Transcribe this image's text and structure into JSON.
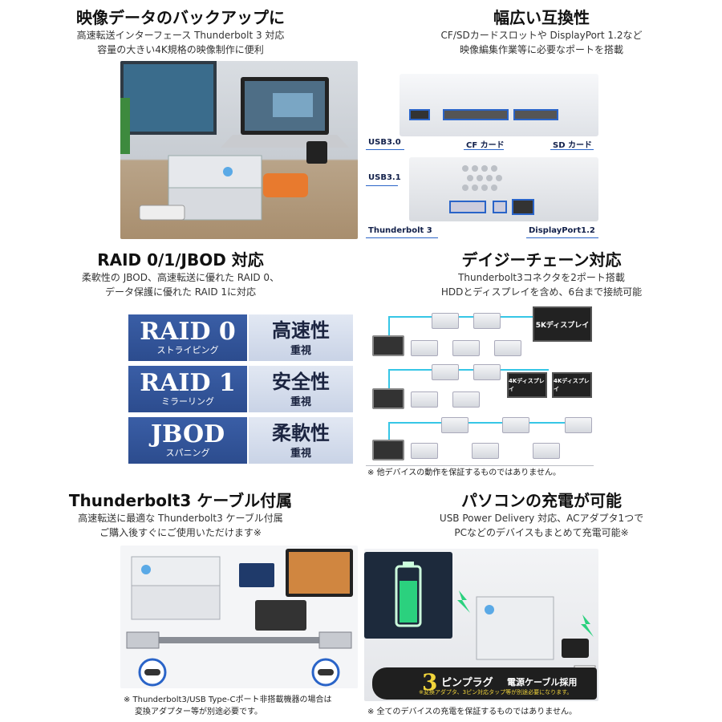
{
  "panels": {
    "video": {
      "title": "映像データのバックアップに",
      "sub1": "高速転送インターフェース Thunderbolt 3 対応",
      "sub2": "容量の大きい4K規格の映像制作に便利"
    },
    "compat": {
      "title": "幅広い互換性",
      "sub1": "CF/SDカードスロットや DisplayPort 1.2など",
      "sub2": "映像編集作業等に必要なポートを搭載",
      "labels": {
        "usb30": "USB3.0",
        "cf": "CF カード",
        "sd": "SD カード",
        "usb31": "USB3.1",
        "tb3": "Thunderbolt 3",
        "dp": "DisplayPort1.2"
      }
    },
    "raid": {
      "title": "RAID 0/1/JBOD 対応",
      "sub1": "柔軟性の JBOD、高速転送に優れた RAID 0、",
      "sub2": "データ保護に優れた RAID 1に対応",
      "rows": [
        {
          "big": "RAID 0",
          "small": "ストライピング",
          "r1": "高速性",
          "r2": "重視"
        },
        {
          "big": "RAID 1",
          "small": "ミラーリング",
          "r1": "安全性",
          "r2": "重視"
        },
        {
          "big": "JBOD",
          "small": "スパニング",
          "r1": "柔軟性",
          "r2": "重視"
        }
      ]
    },
    "daisy": {
      "title": "デイジーチェーン対応",
      "sub1": "Thunderbolt3コネクタを2ポート搭載",
      "sub2": "HDDとディスプレイを含め、6台まで接続可能",
      "mon5k": "5Kディスプレイ",
      "mon4k_a": "4Kディスプレイ",
      "mon4k_b": "4Kディスプレイ",
      "note": "※ 他デバイスの動作を保証するものではありません。"
    },
    "cable": {
      "title": "Thunderbolt3 ケーブル付属",
      "sub1": "高速転送に最適な Thunderbolt3 ケーブル付属",
      "sub2": "ご購入後すぐにご使用いただけます※",
      "note1": "※ Thunderbolt3/USB Type-Cポート非搭載機器の場合は",
      "note2": "変換アダプター等が別途必要です。"
    },
    "charge": {
      "title": "パソコンの充電が可能",
      "sub1": "USB Power Delivery 対応、ACアダプタ1つで",
      "sub2": "PCなどのデバイスもまとめて充電可能※",
      "plug_num": "3",
      "plug_text": "ピンプラグ",
      "plug_text2": "電源ケーブル採用",
      "plug_note": "※変換アダプタ、3ピン対応タップ等が別途必要になります。",
      "note": "※ 全てのデバイスの充電を保証するものではありません。"
    }
  },
  "colors": {
    "raid_blue": "#2c4c8e",
    "raid_light": "#d4dcea",
    "callout": "#2a64c8",
    "chain": "#36c6e6",
    "battery": "#2bd17e"
  }
}
